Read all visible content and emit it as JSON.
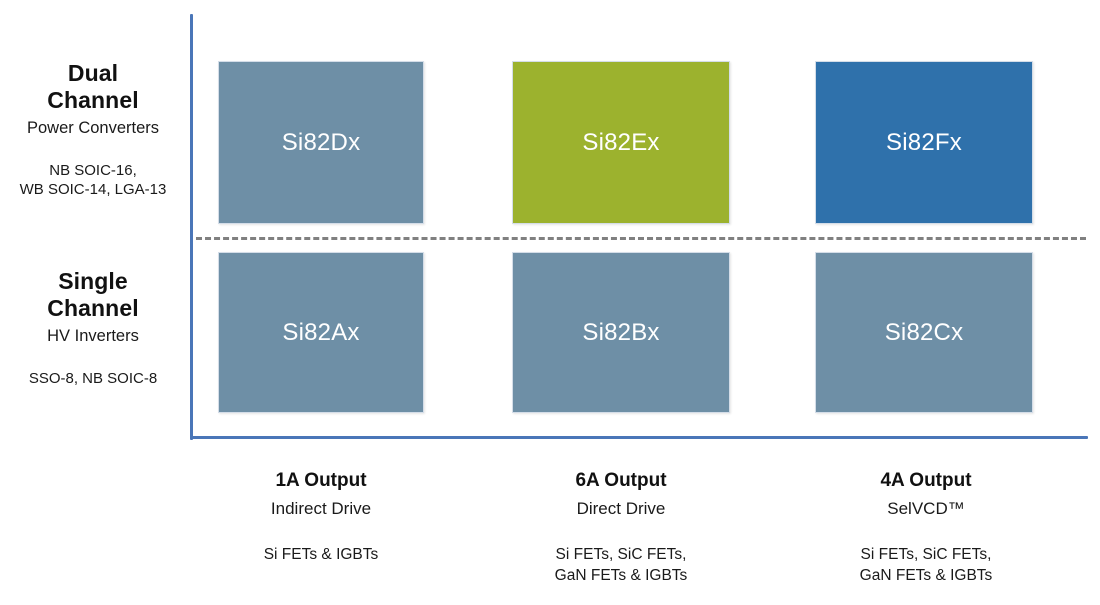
{
  "colors": {
    "axis": "#4a76b8",
    "divider": "#808080",
    "box_steel": "#6e8fa6",
    "box_green": "#9cb22e",
    "box_blue": "#2f71ab",
    "box_border": "#d4dde8",
    "text": "#1a1a1a"
  },
  "rows": [
    {
      "id": "dual-channel",
      "title": "Dual\nChannel",
      "title_line1": "Dual",
      "title_line2": "Channel",
      "subtitle": "Power Converters",
      "packages_line1": "NB SOIC-16,",
      "packages_line2": "WB SOIC-14, LGA-13"
    },
    {
      "id": "single-channel",
      "title": "Single\nChannel",
      "title_line1": "Single",
      "title_line2": "Channel",
      "subtitle": "HV Inverters",
      "packages_line1": "SSO-8, NB SOIC-8",
      "packages_line2": ""
    }
  ],
  "columns": [
    {
      "id": "1a-output",
      "title": "1A Output",
      "subtitle": "Indirect Drive",
      "technologies": "Si FETs & IGBTs"
    },
    {
      "id": "6a-output",
      "title": "6A Output",
      "subtitle": "Direct Drive",
      "technologies": "Si FETs, SiC FETs,\nGaN FETs & IGBTs"
    },
    {
      "id": "4a-output",
      "title": "4A Output",
      "subtitle": "SelVCD™",
      "technologies": "Si FETs, SiC FETs,\nGaN FETs & IGBTs"
    }
  ],
  "boxes": {
    "top": [
      {
        "label": "Si82Dx",
        "color": "#6e8fa6"
      },
      {
        "label": "Si82Ex",
        "color": "#9cb22e"
      },
      {
        "label": "Si82Fx",
        "color": "#2f71ab"
      }
    ],
    "bottom": [
      {
        "label": "Si82Ax",
        "color": "#6e8fa6"
      },
      {
        "label": "Si82Bx",
        "color": "#6e8fa6"
      },
      {
        "label": "Si82Cx",
        "color": "#6e8fa6"
      }
    ]
  }
}
